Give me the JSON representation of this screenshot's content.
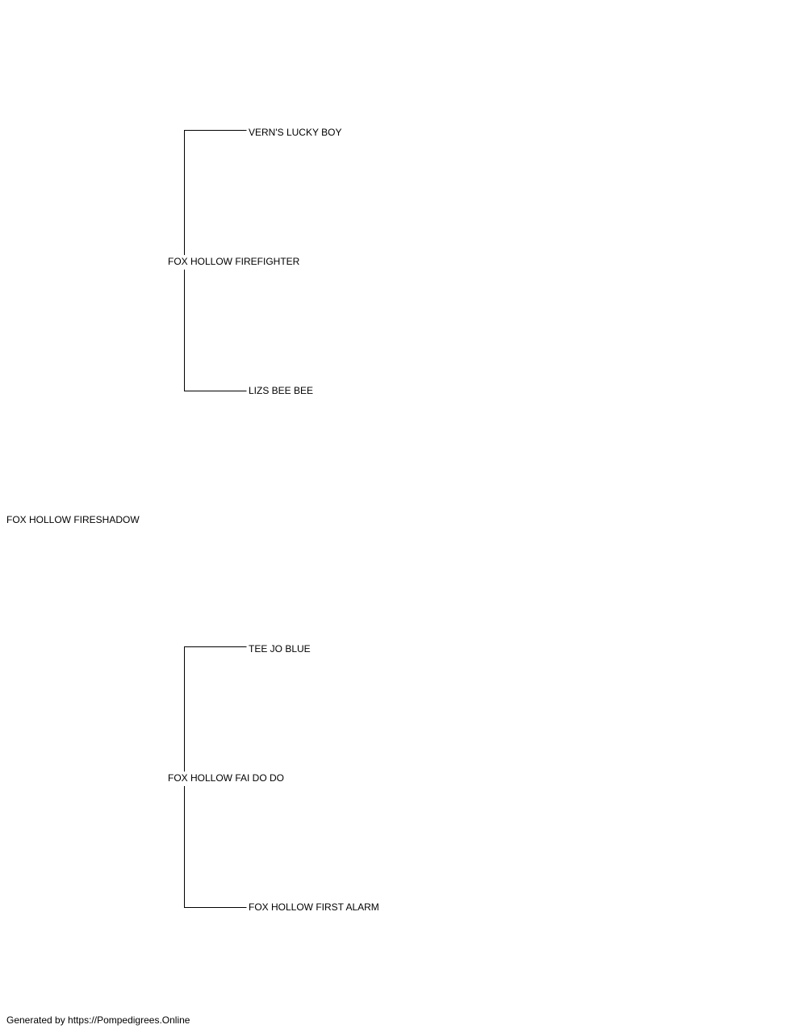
{
  "pedigree": {
    "subject": "FOX HOLLOW FIRESHADOW",
    "sire": {
      "name": "FOX HOLLOW FIREFIGHTER",
      "sire": "VERN'S LUCKY BOY",
      "dam": "LIZS BEE BEE"
    },
    "dam": {
      "name": "FOX HOLLOW FAI DO DO",
      "sire": "TEE JO BLUE",
      "dam": "FOX HOLLOW FIRST ALARM"
    },
    "line_color": "#000000"
  },
  "footer": {
    "text": "Generated by https://Pompedigrees.Online"
  }
}
